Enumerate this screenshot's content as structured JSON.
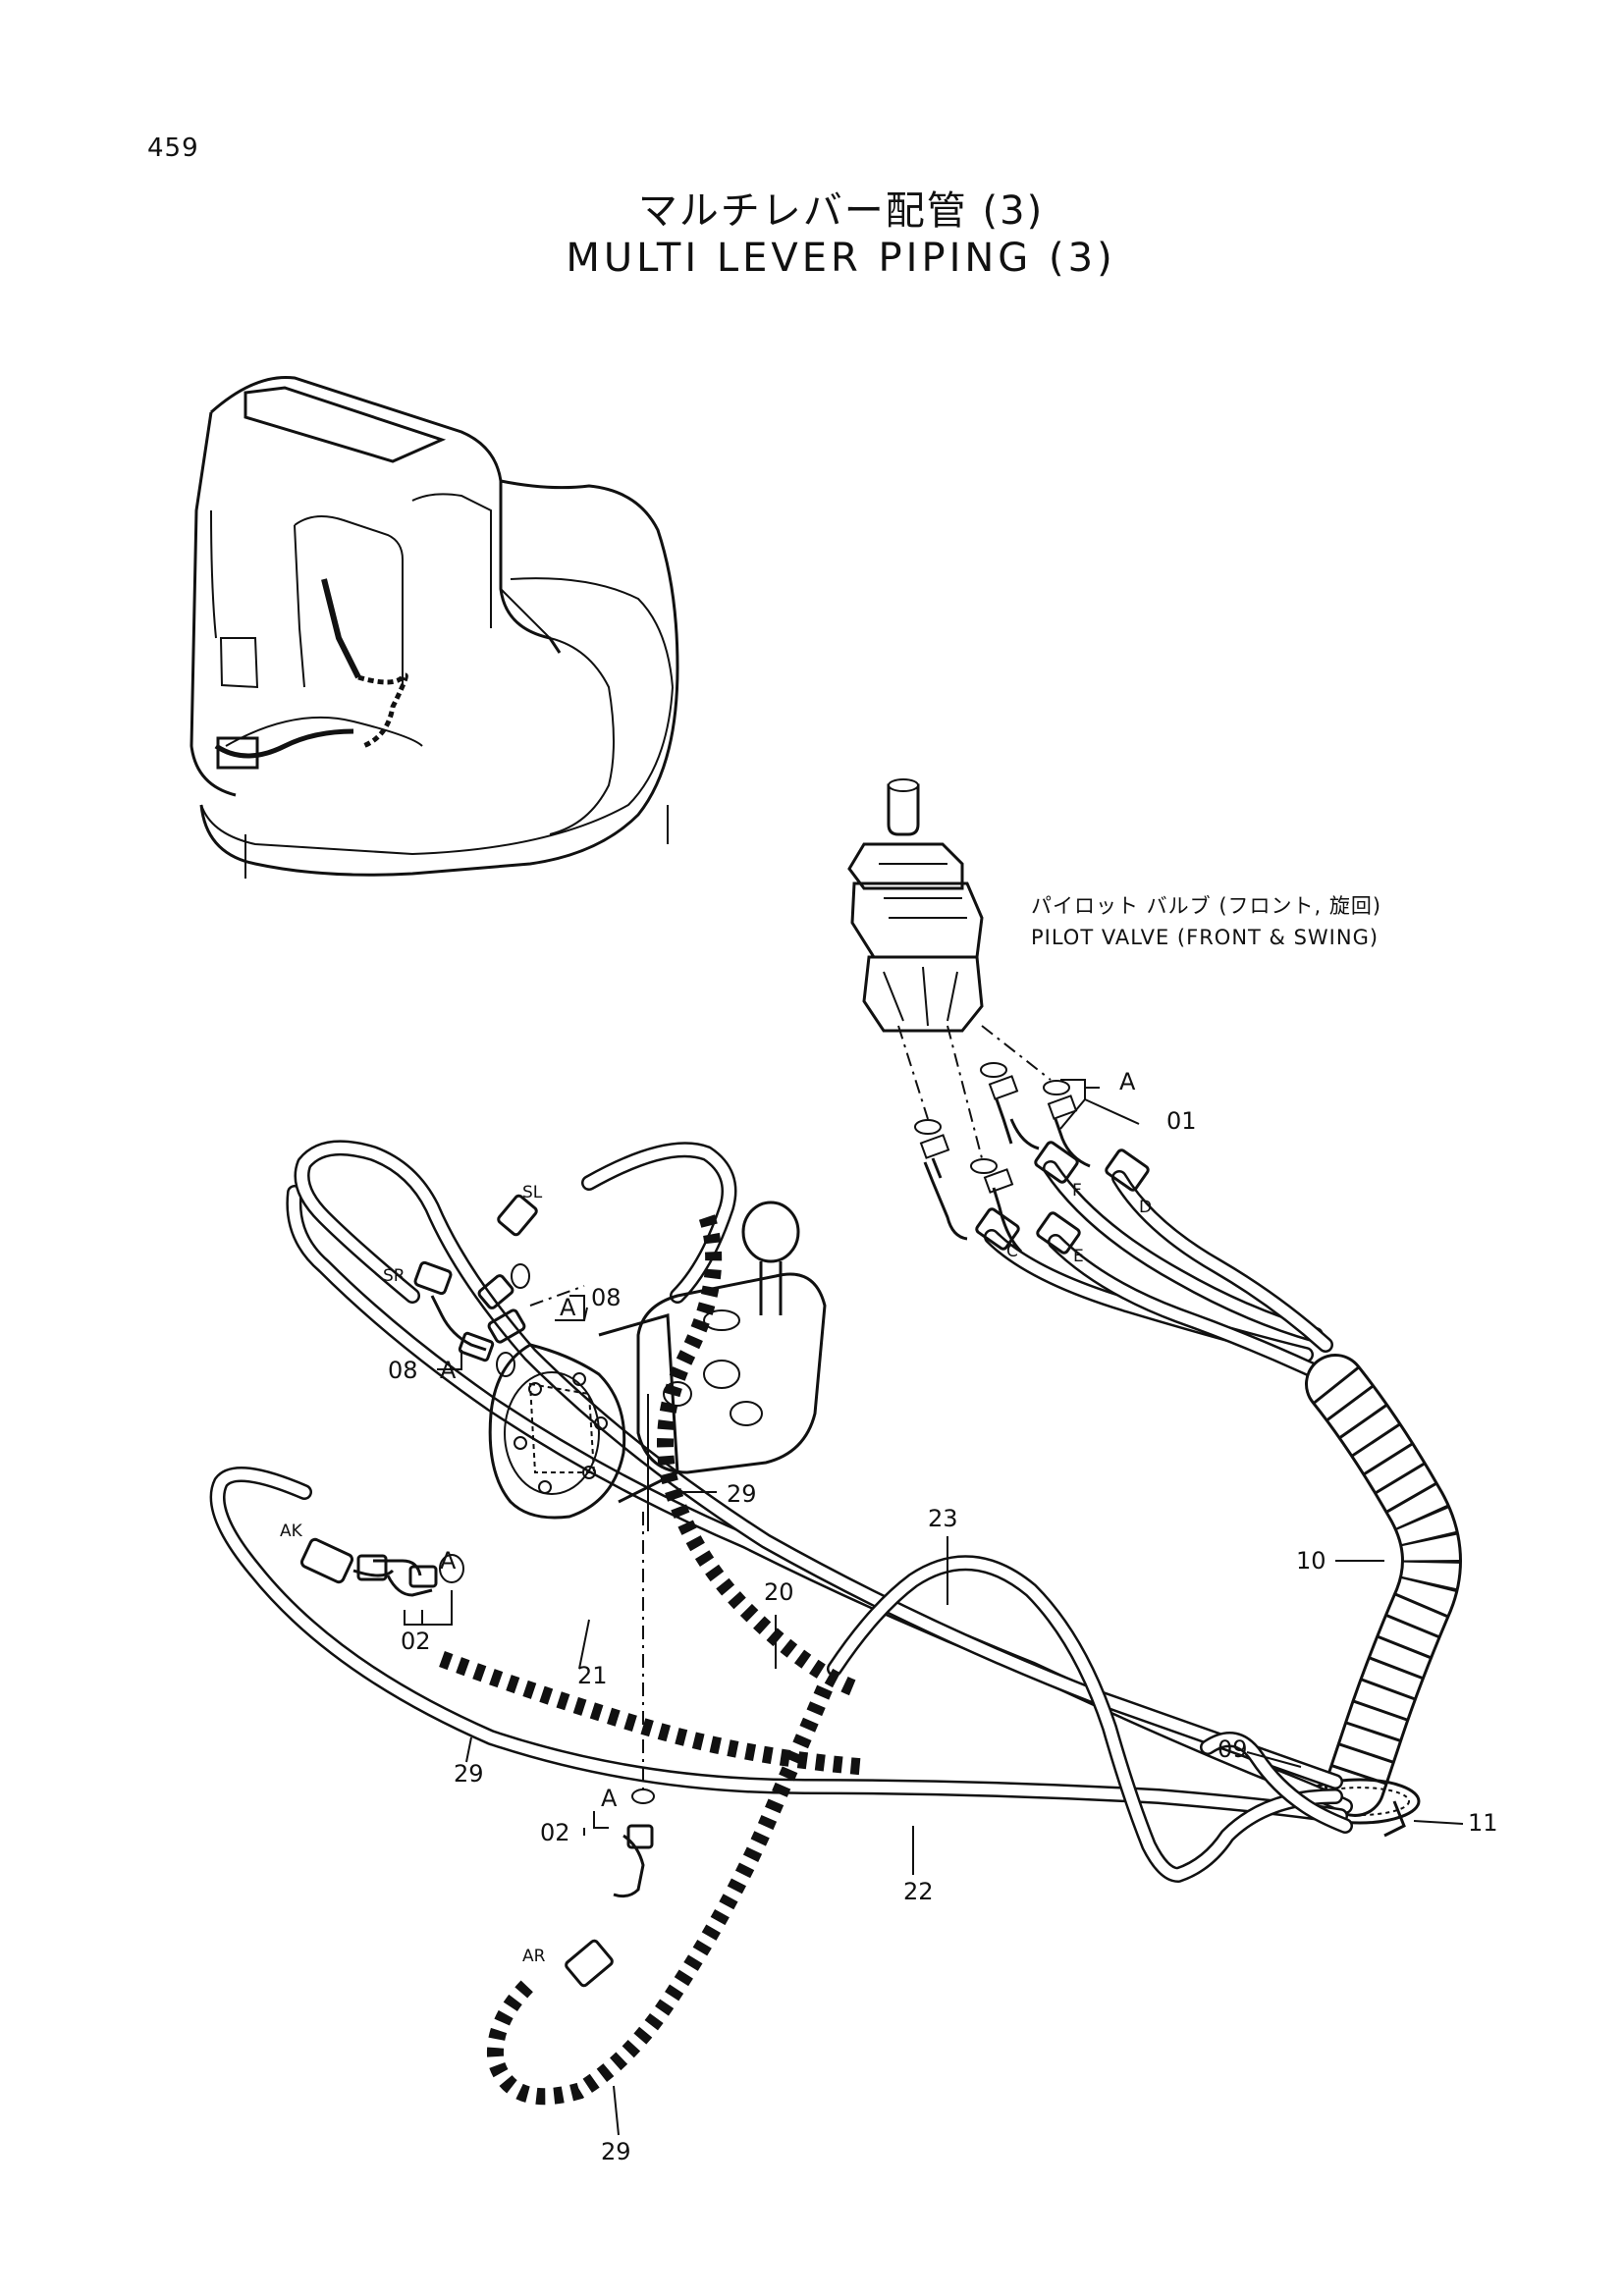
{
  "page_number": "459",
  "title_jp": "マルチレバー配管 (3)",
  "title_en": "MULTI LEVER PIPING (3)",
  "component_label_jp": "パイロット バルブ (フロント, 旋回)",
  "component_label_en": "PILOT VALVE (FRONT & SWING)",
  "callouts": {
    "c01": "01",
    "c02a": "02",
    "c02b": "02",
    "c08a": "08",
    "c08b": "08",
    "c09": "09",
    "c10": "10",
    "c11": "11",
    "c20": "20",
    "c21": "21",
    "c22": "22",
    "c23": "23",
    "c29a": "29",
    "c29b": "29",
    "c29c": "29"
  },
  "ref_marks": {
    "a1": "A",
    "a2": "A",
    "a3": "A",
    "a4": "A",
    "a5": "A"
  },
  "port_labels": {
    "sl": "SL",
    "sr": "SR",
    "ak": "AK",
    "ar": "AR",
    "c": "C",
    "d": "D",
    "e": "E",
    "f": "F"
  }
}
